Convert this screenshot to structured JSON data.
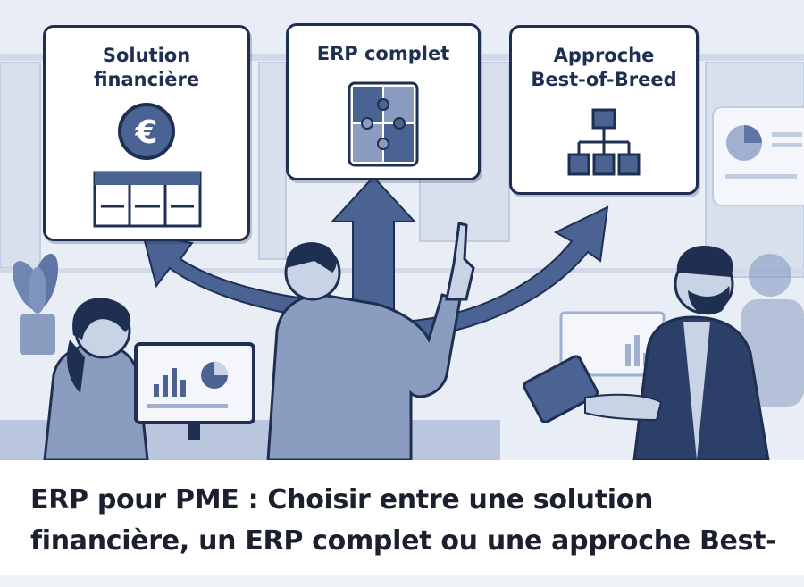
{
  "cards": {
    "financial": {
      "title": "Solution\nfinancière",
      "icon": "euro-coin-icon"
    },
    "erp": {
      "title": "ERP complet",
      "icon": "puzzle-icon"
    },
    "bestofbreed": {
      "title": "Approche\nBest-of-Breed",
      "icon": "hierarchy-icon"
    }
  },
  "caption": {
    "text": "ERP pour PME : Choisir entre une solution financière, un ERP complet ou une approche Best-"
  },
  "colors": {
    "navy": "#1f2f52",
    "mid_blue": "#4a6393",
    "light_blue": "#c9d3e6",
    "background": "#e9edf5"
  }
}
